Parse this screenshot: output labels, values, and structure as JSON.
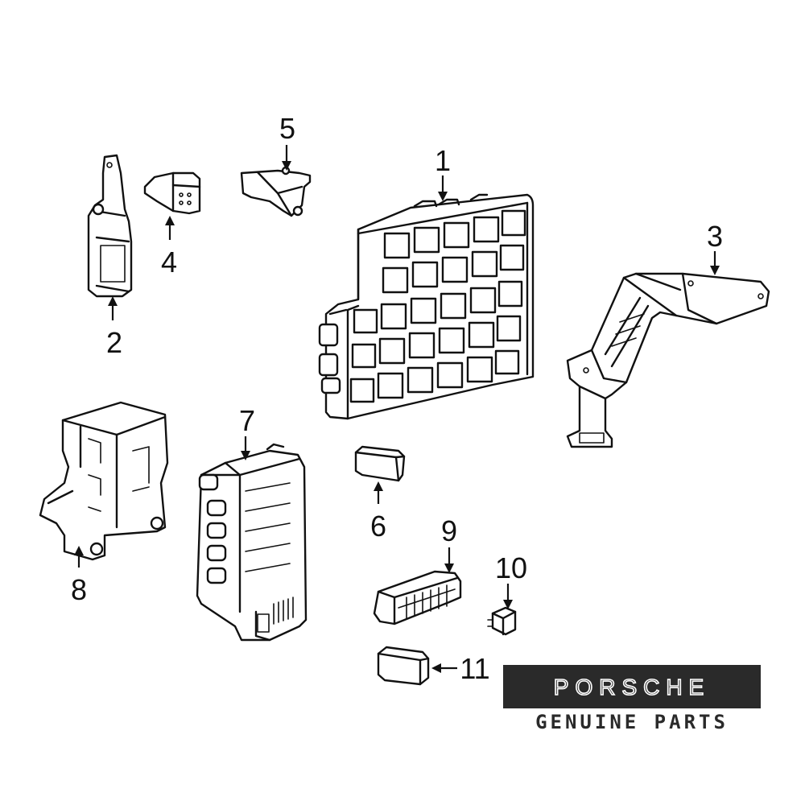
{
  "callouts": [
    {
      "id": "1",
      "label": "1"
    },
    {
      "id": "2",
      "label": "2"
    },
    {
      "id": "3",
      "label": "3"
    },
    {
      "id": "4",
      "label": "4"
    },
    {
      "id": "5",
      "label": "5"
    },
    {
      "id": "6",
      "label": "6"
    },
    {
      "id": "7",
      "label": "7"
    },
    {
      "id": "8",
      "label": "8"
    },
    {
      "id": "9",
      "label": "9"
    },
    {
      "id": "10",
      "label": "10"
    },
    {
      "id": "11",
      "label": "11"
    }
  ],
  "logo": {
    "brand": "PORSCHE",
    "tagline": "GENUINE PARTS",
    "box_color": "#2a2a2a",
    "text_color": "#ffffff"
  },
  "colors": {
    "line": "#111111",
    "background": "#ffffff"
  }
}
